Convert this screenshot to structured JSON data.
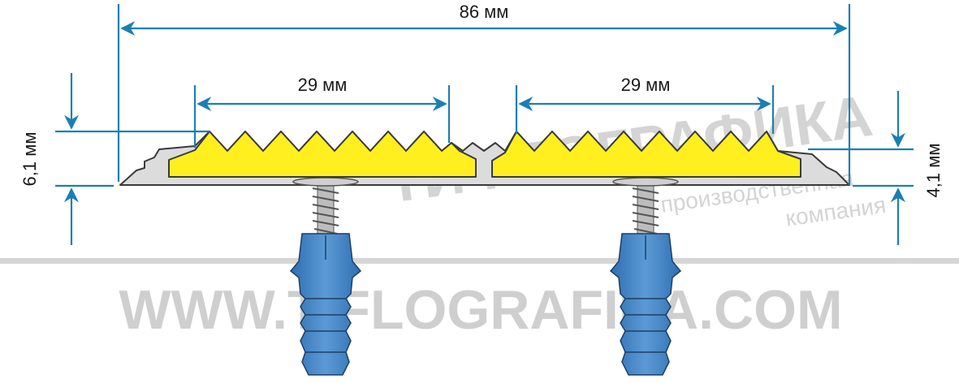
{
  "dimensions": {
    "total_width": "86 мм",
    "left_insert_width": "29 мм",
    "right_insert_width": "29 мм",
    "overall_height": "6,1 мм",
    "base_height": "4,1 мм"
  },
  "watermark": {
    "brand": "ТИФЛОГРАФИКА",
    "subtitle_line1": "производственная",
    "subtitle_line2": "компания",
    "url": "WWW.TIFLOGRAFIKA.COM"
  },
  "colors": {
    "dimension_lines": "#1a7fb5",
    "profile_body": "#dcdcdc",
    "insert_yellow": "#ffef1f",
    "anchor_blue": "#3a7fc1",
    "watermark_gray": "#d4d4d4"
  }
}
